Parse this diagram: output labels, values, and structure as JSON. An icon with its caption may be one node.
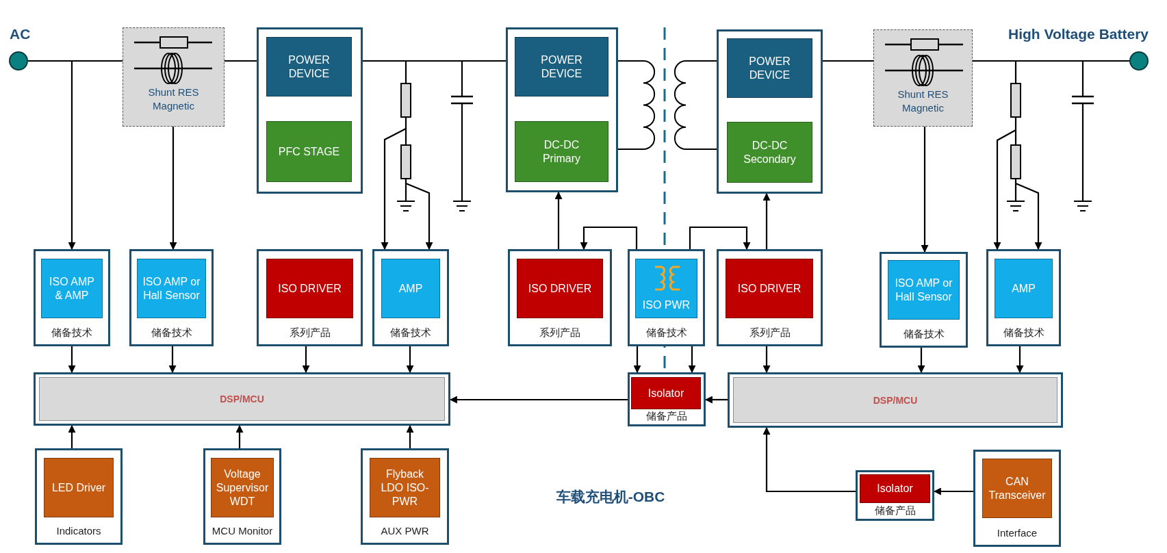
{
  "diagram": {
    "title": "车载充电机-OBC",
    "nodes": [
      {
        "text": [
          "AC"
        ]
      },
      {
        "text": [
          "Shunt RES Magnetic"
        ]
      },
      {
        "text": [],
        "shape": "box"
      },
      {
        "text": [
          "POWER DEVICE"
        ],
        "in": 2
      },
      {
        "text": [
          "PFC STAGE"
        ],
        "in": 2
      },
      {
        "text": [],
        "shape": "box"
      },
      {
        "text": [
          "POWER DEVICE"
        ],
        "in": 5
      },
      {
        "text": [
          "DC-DC Primary"
        ],
        "in": 5
      },
      {
        "text": [],
        "shape": "box"
      },
      {
        "text": [
          "POWER DEVICE"
        ],
        "in": 8
      },
      {
        "text": [
          "DC-DC Secondary"
        ],
        "in": 8
      },
      {
        "text": [
          "Shunt RES Magnetic"
        ]
      },
      {
        "text": [
          "High Voltage Battery"
        ]
      },
      {
        "text": [
          "储备技术"
        ]
      },
      {
        "text": [
          "ISO AMP & AMP"
        ],
        "in": 13
      },
      {
        "text": [
          "储备技术"
        ]
      },
      {
        "text": [
          "ISO AMP or Hall Sensor"
        ],
        "in": 15
      },
      {
        "text": [
          "系列产品"
        ]
      },
      {
        "text": [
          "ISO DRIVER"
        ],
        "in": 17
      },
      {
        "text": [
          "储备技术"
        ]
      },
      {
        "text": [
          "AMP"
        ],
        "in": 19
      },
      {
        "text": [
          "系列产品"
        ]
      },
      {
        "text": [
          "ISO DRIVER"
        ],
        "in": 21
      },
      {
        "text": [
          "储备技术"
        ]
      },
      {
        "text": [
          "ISO PWR"
        ],
        "in": 23
      },
      {
        "text": [
          "系列产品"
        ]
      },
      {
        "text": [
          "ISO DRIVER"
        ],
        "in": 25
      },
      {
        "text": [
          "储备技术"
        ]
      },
      {
        "text": [
          "ISO AMP or Hall Sensor"
        ],
        "in": 27
      },
      {
        "text": [
          "储备技术"
        ]
      },
      {
        "text": [
          "AMP"
        ],
        "in": 29
      },
      {
        "text": [],
        "shape": "box"
      },
      {
        "text": [
          "DSP/MCU"
        ],
        "in": 31
      },
      {
        "text": [
          "储备产品"
        ]
      },
      {
        "text": [
          "Isolator"
        ],
        "in": 33
      },
      {
        "text": [],
        "shape": "box"
      },
      {
        "text": [
          "DSP/MCU"
        ],
        "in": 35
      },
      {
        "text": [
          "Indicators"
        ]
      },
      {
        "text": [
          "LED Driver"
        ],
        "in": 37
      },
      {
        "text": [
          "MCU Monitor"
        ]
      },
      {
        "text": [
          "Voltage Supervisor WDT"
        ],
        "in": 39
      },
      {
        "text": [
          "AUX PWR"
        ]
      },
      {
        "text": [
          "Flyback LDO ISO-PWR"
        ],
        "in": 41
      },
      {
        "text": [
          "储备产品"
        ]
      },
      {
        "text": [
          "Isolator"
        ],
        "in": 43
      },
      {
        "text": [
          "Interface"
        ]
      },
      {
        "text": [
          "CAN Transceiver"
        ],
        "in": 45
      }
    ],
    "edges": [
      {
        "from": 0,
        "to": 1,
        "arrow": "none"
      },
      {
        "from": 1,
        "to": 2,
        "arrow": "none"
      },
      {
        "from": 2,
        "to": 5,
        "arrow": "none"
      },
      {
        "from": 8,
        "to": 11,
        "arrow": "none"
      },
      {
        "from": 11,
        "to": 12,
        "arrow": "none"
      },
      {
        "from": 0,
        "to": 13,
        "arrow": "to"
      },
      {
        "from": 1,
        "to": 15,
        "arrow": "to"
      },
      {
        "from": null,
        "to": 19,
        "arrow": "to"
      },
      {
        "from": null,
        "to": 19,
        "arrow": "to"
      },
      {
        "from": 23,
        "to": 21,
        "arrow": "to"
      },
      {
        "from": 21,
        "to": 5,
        "arrow": "to"
      },
      {
        "from": 23,
        "to": 25,
        "arrow": "to"
      },
      {
        "from": 25,
        "to": 8,
        "arrow": "to"
      },
      {
        "from": 11,
        "to": 27,
        "arrow": "to"
      },
      {
        "from": null,
        "to": 29,
        "arrow": "to"
      },
      {
        "from": null,
        "to": 29,
        "arrow": "to"
      },
      {
        "from": 13,
        "to": 31,
        "arrow": "to"
      },
      {
        "from": 15,
        "to": 31,
        "arrow": "to"
      },
      {
        "from": 17,
        "to": 31,
        "arrow": "to"
      },
      {
        "from": 19,
        "to": 31,
        "arrow": "to"
      },
      {
        "from": 23,
        "to": 33,
        "arrow": "to"
      },
      {
        "from": 23,
        "to": 33,
        "arrow": "to"
      },
      {
        "from": 25,
        "to": 35,
        "arrow": "to"
      },
      {
        "from": 27,
        "to": 35,
        "arrow": "to"
      },
      {
        "from": 29,
        "to": 35,
        "arrow": "to"
      },
      {
        "from": 33,
        "to": 31,
        "arrow": "to"
      },
      {
        "from": 35,
        "to": 33,
        "arrow": "to"
      },
      {
        "from": 37,
        "to": 31,
        "arrow": "to"
      },
      {
        "from": 39,
        "to": 31,
        "arrow": "to"
      },
      {
        "from": 41,
        "to": 31,
        "arrow": "to"
      },
      {
        "from": 45,
        "to": 43,
        "arrow": "to"
      },
      {
        "from": 43,
        "to": 35,
        "arrow": "to"
      }
    ]
  }
}
